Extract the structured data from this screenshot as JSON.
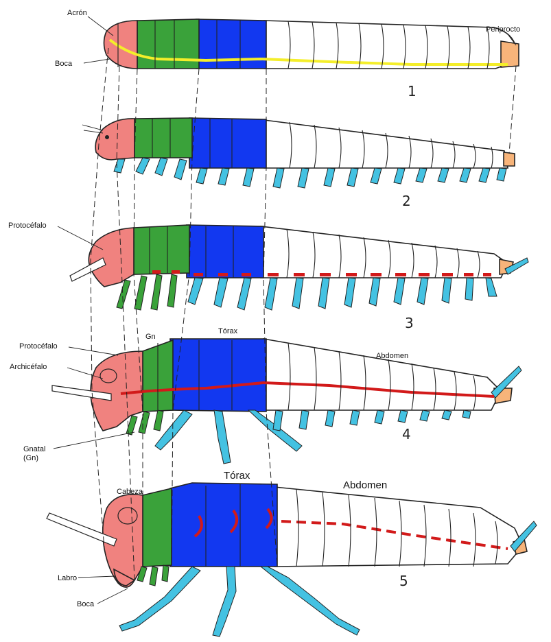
{
  "colors": {
    "acron_head": "#f0827f",
    "gnathal": "#3aa23a",
    "thorax": "#1238f0",
    "abdomen": "#ffffff",
    "periproct": "#f7b47a",
    "legs": "#44c2e2",
    "nerve_cord_stage1": "#f4ee2a",
    "nerve_cord_later": "#d21a1a"
  },
  "labels": {
    "acron": "Acrón",
    "boca_1": "Boca",
    "periprocto": "Periprocto",
    "protocefalo_3": "Protocéfalo",
    "protocefalo_4": "Protocéfalo",
    "archicefalo": "Archicéfalo",
    "gn": "Gn",
    "torax_4": "Tórax",
    "abdomen_4": "Abdomen",
    "gnatal": "Gnatal",
    "gnatal_abbr": "(Gn)",
    "cabeza": "Cabeza",
    "torax_5": "Tórax",
    "abdomen_5": "Abdomen",
    "labro": "Labro",
    "boca_5": "Boca"
  },
  "stage_numbers": [
    "1",
    "2",
    "3",
    "4",
    "5"
  ]
}
